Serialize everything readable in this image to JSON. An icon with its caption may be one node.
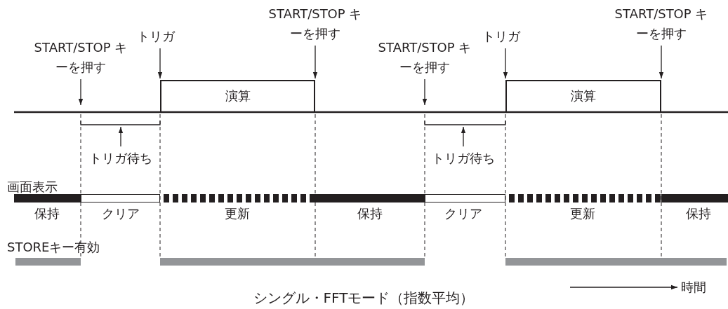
{
  "diagram": {
    "caption": "シングル・FFTモード（指数平均）",
    "nodes": [
      {
        "text": [
          "START/STOP キーを押す"
        ]
      },
      {
        "text": [
          "トリガ"
        ]
      },
      {
        "text": [
          "演算"
        ]
      },
      {
        "text": [
          "START/STOP キーを押す"
        ]
      },
      {
        "text": [
          "トリガ待ち"
        ]
      },
      {
        "text": [
          "START/STOP キーを押す"
        ]
      },
      {
        "text": [
          "トリガ"
        ]
      },
      {
        "text": [
          "演算"
        ]
      },
      {
        "text": [
          "START/STOP キーを押す"
        ]
      },
      {
        "text": [
          "トリガ待ち"
        ]
      }
    ],
    "edges": [
      {
        "from": 0,
        "to": null,
        "arrow": "to"
      },
      {
        "from": 1,
        "to": 2,
        "arrow": "to"
      },
      {
        "from": 3,
        "to": 2,
        "arrow": "to"
      },
      {
        "from": 4,
        "to": null,
        "arrow": "to"
      },
      {
        "from": 5,
        "to": null,
        "arrow": "to"
      },
      {
        "from": 6,
        "to": 7,
        "arrow": "to"
      },
      {
        "from": 8,
        "to": 7,
        "arrow": "to"
      },
      {
        "from": 9,
        "to": null,
        "arrow": "to"
      }
    ],
    "labels": [
      "画面表示",
      "保持",
      "クリア",
      "更新",
      "保持",
      "クリア",
      "更新",
      "保持",
      "STOREキー有効",
      "時間"
    ]
  }
}
